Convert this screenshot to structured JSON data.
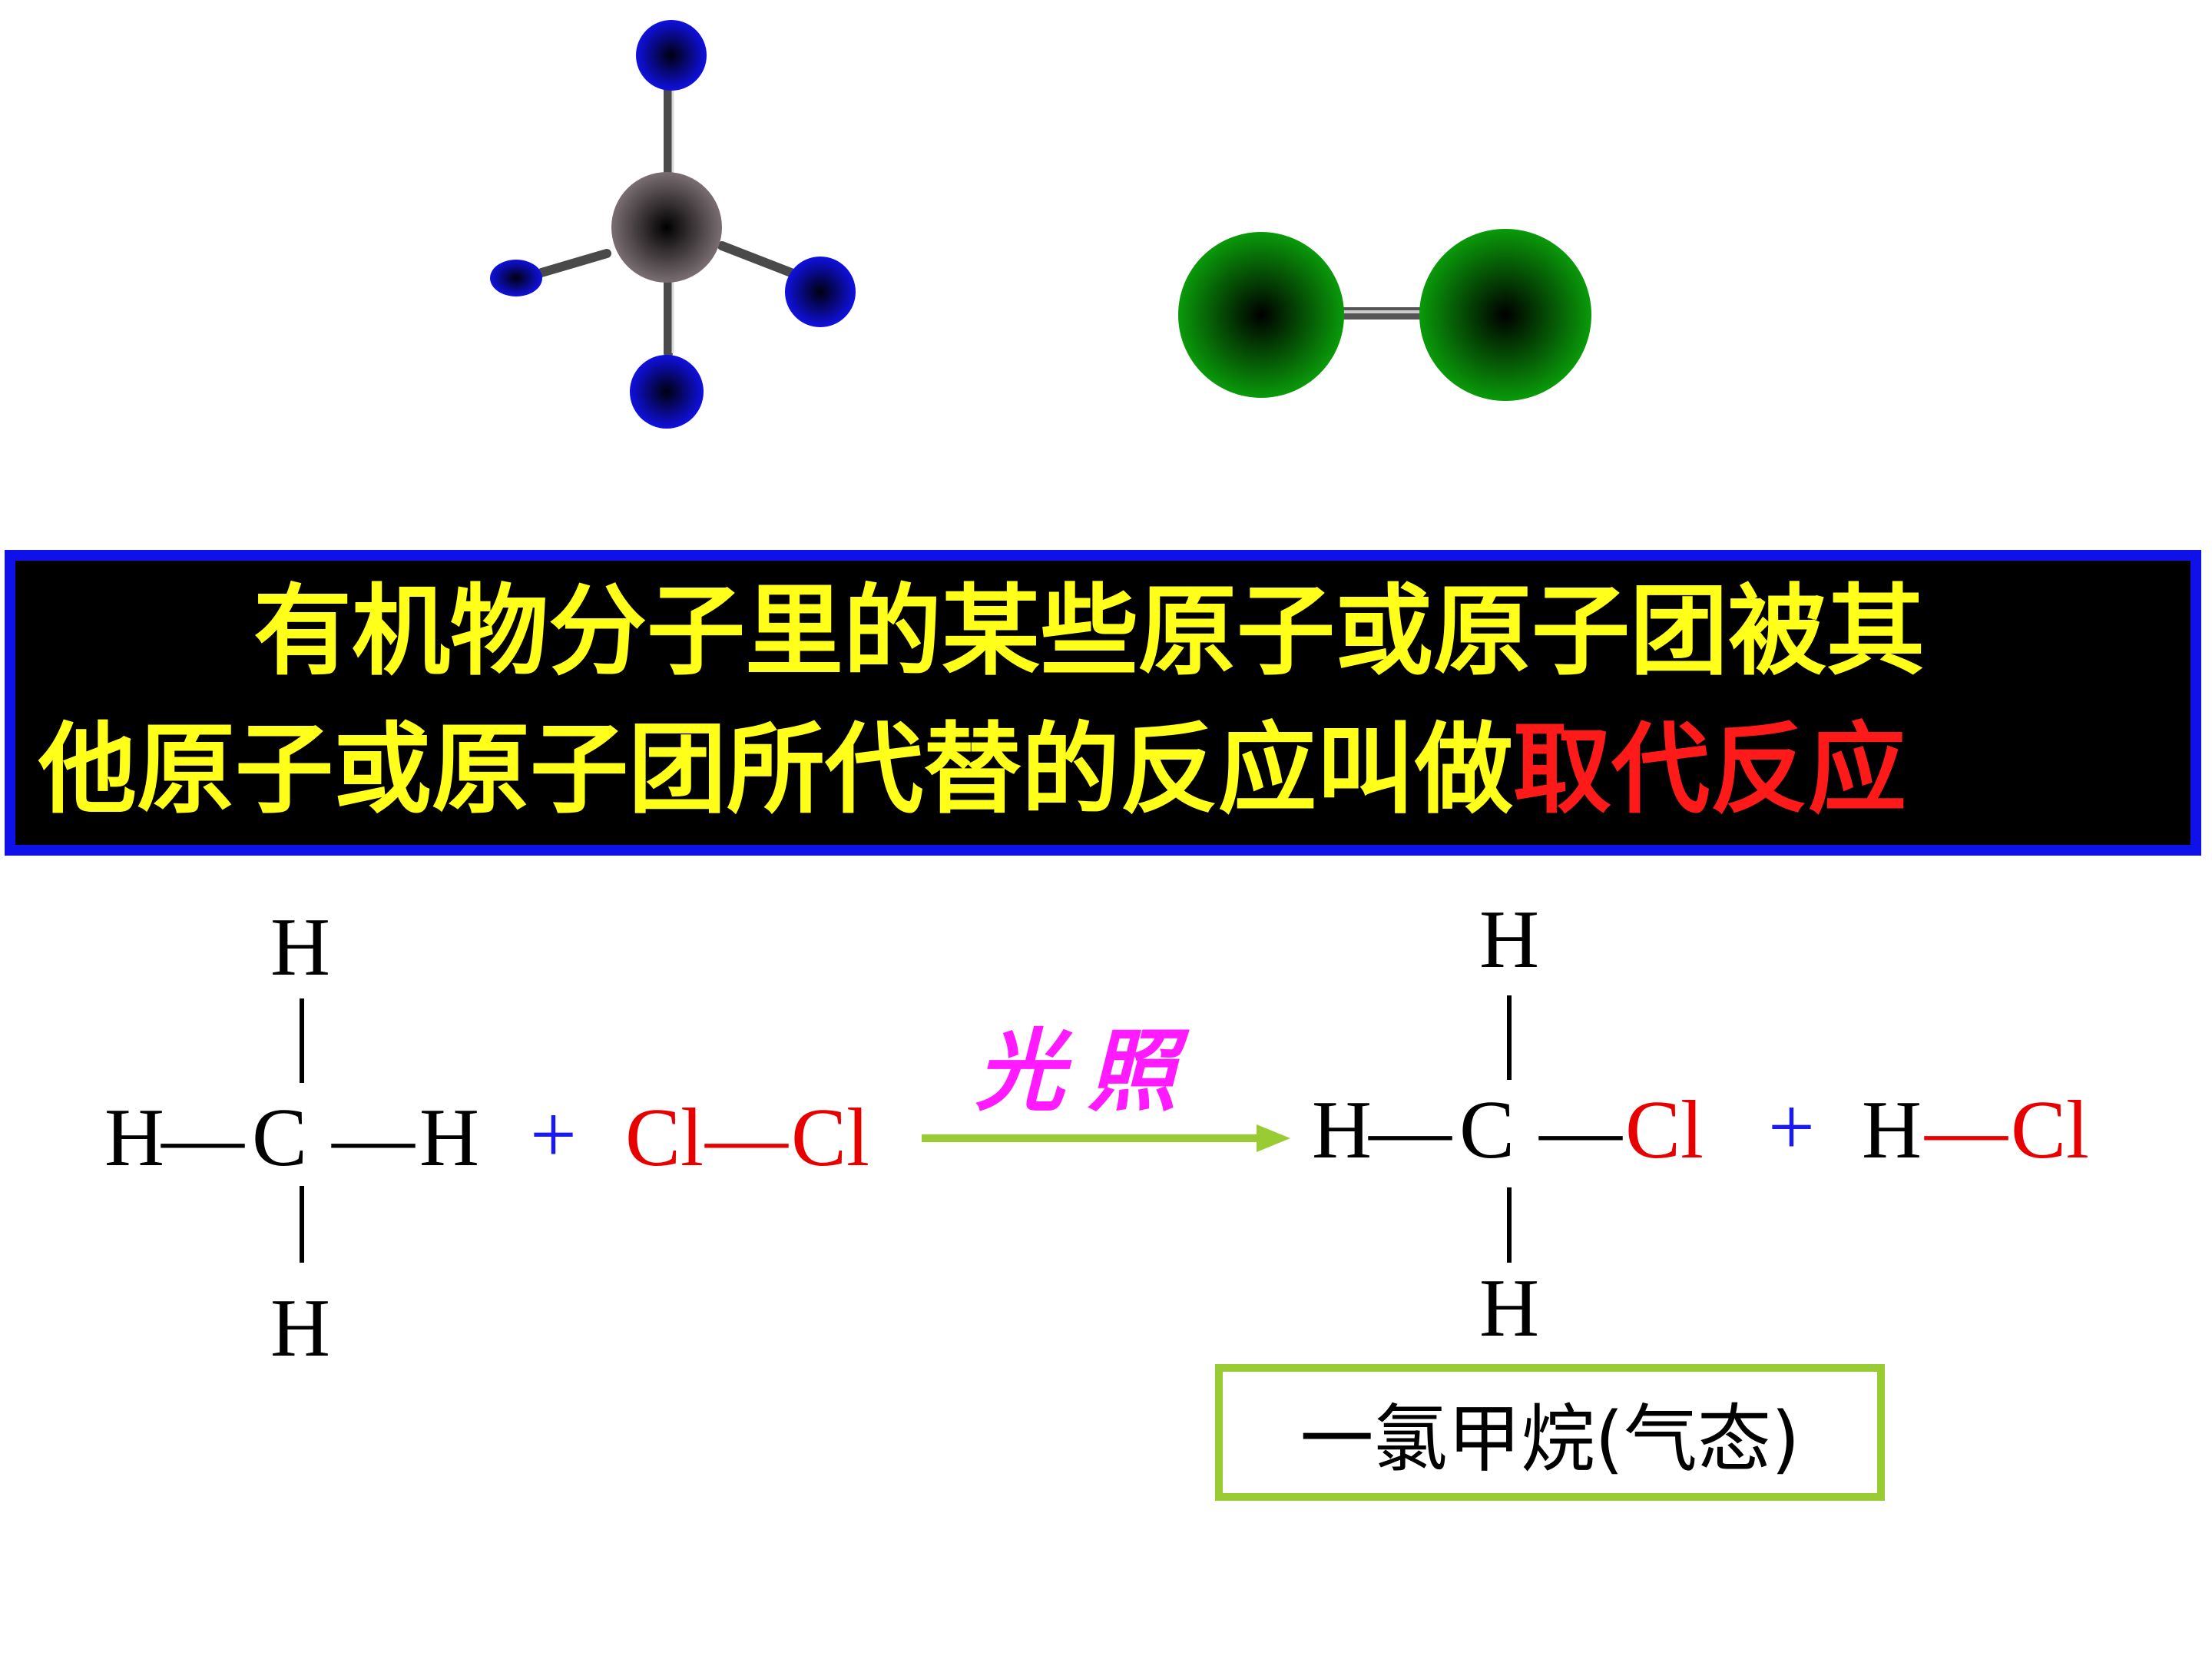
{
  "definition": {
    "line1": "有机物分子里的某些原子或原子团被其",
    "line2_prefix": "他原子或原子团所代替的反应叫做",
    "line2_highlight": "取代反应"
  },
  "equation": {
    "h": "H",
    "c": "C",
    "cl": "Cl",
    "dash": "—",
    "plus": "+",
    "condition": "光照"
  },
  "product_name": "一氯甲烷(气态)",
  "colors": {
    "hydrogen": "#1010e0",
    "carbon": "#7a6e72",
    "chlorine": "#0a9a0a",
    "box_border": "#1010e8",
    "definition_text": "#ffff1a",
    "highlight": "#ff1a1a",
    "condition": "#ff1aff",
    "arrow": "#99cc33",
    "plus": "#1a1af0"
  },
  "icons": {
    "methane_model": "ball-and-stick-methane",
    "chlorine_model": "ball-and-stick-chlorine"
  }
}
